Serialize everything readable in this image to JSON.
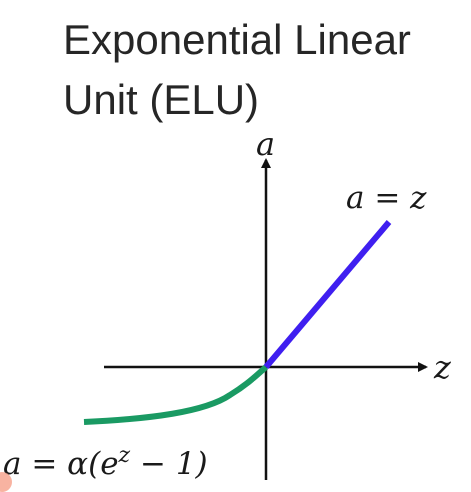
{
  "title": {
    "line1": "Exponential Linear",
    "line2": "Unit (ELU)"
  },
  "axes": {
    "y_label": "a",
    "x_label": "z"
  },
  "curves": {
    "positive": {
      "equation": "a = z",
      "color": "#3f1ff0"
    },
    "negative": {
      "equation": "a = α(e^z − 1)",
      "color": "#1a9a63"
    }
  }
}
